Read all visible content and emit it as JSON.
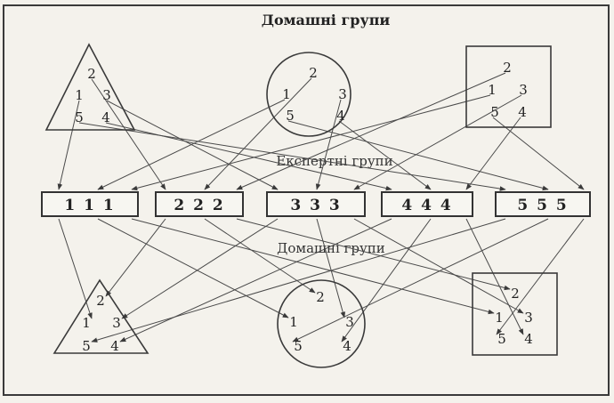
{
  "headings": {
    "top": "Домашні групи",
    "middle": "Експертні групи",
    "bottom": "Домашні групи"
  },
  "member_labels": [
    "1",
    "2",
    "3",
    "4",
    "5"
  ],
  "expert_groups": [
    "1 1 1",
    "2 2 2",
    "3 3 3",
    "4 4 4",
    "5 5 5"
  ],
  "home_group_shapes": [
    "triangle",
    "circle",
    "square"
  ],
  "colors": {
    "ink": "#333333",
    "paper": "#f4f2ec"
  }
}
